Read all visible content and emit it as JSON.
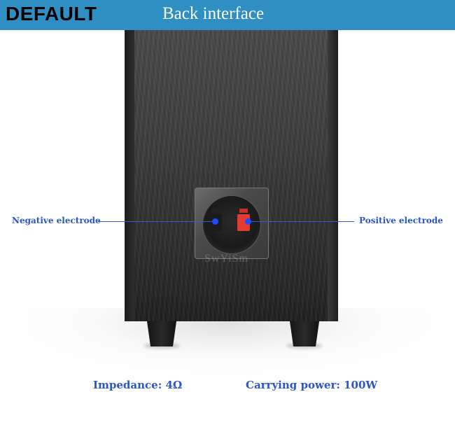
{
  "header": {
    "brand": "DEFAULT",
    "title": "Back interface",
    "background_color": "#2f8fc3"
  },
  "product": {
    "watermark": "SwYiSm",
    "terminals": {
      "negative": {
        "label": "Negative electrode",
        "color": "#1b1b1b"
      },
      "positive": {
        "label": "Positive electrode",
        "color": "#e33a32"
      }
    },
    "pointer_color": "#2e5fd6"
  },
  "specs": {
    "impedance": "Impedance: 4Ω",
    "power": "Carrying power: 100W",
    "text_color": "#2b56c4"
  }
}
